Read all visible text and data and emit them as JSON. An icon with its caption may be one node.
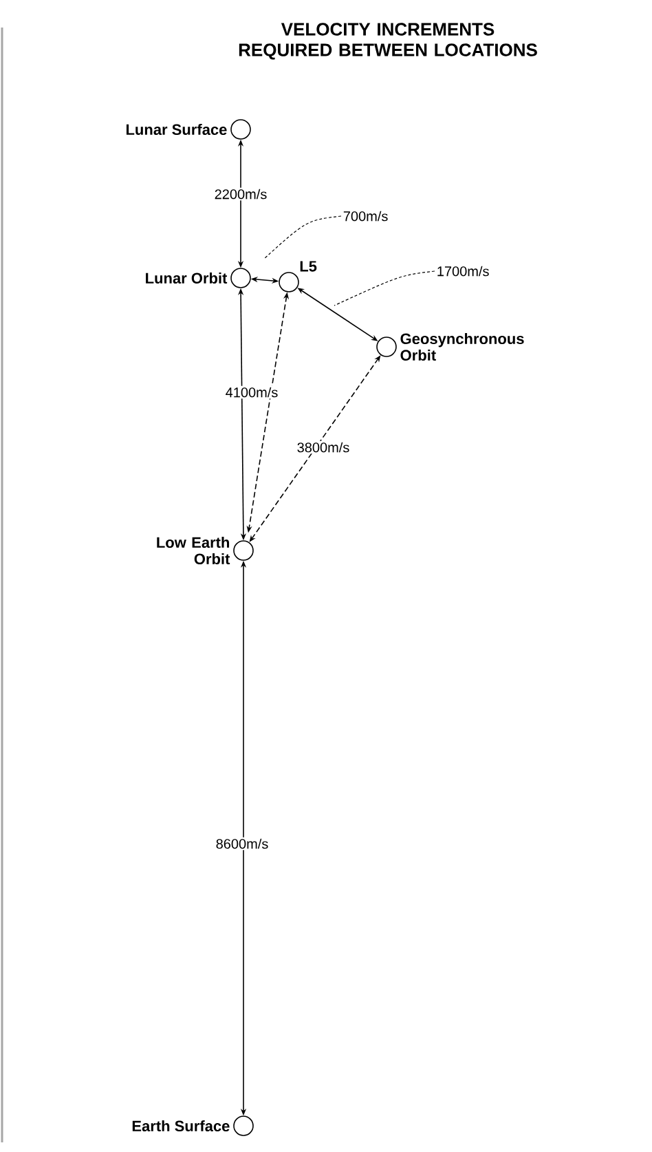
{
  "diagram": {
    "title": "VELOCITY INCREMENTS REQUIRED BETWEEN LOCATIONS",
    "nodes": [
      {
        "text": [
          "Lunar Surface"
        ]
      },
      {
        "text": [
          "Lunar Orbit"
        ]
      },
      {
        "text": [
          "L5"
        ]
      },
      {
        "text": [
          "Geosynchronous Orbit"
        ]
      },
      {
        "text": [
          "Low Earth Orbit"
        ]
      },
      {
        "text": [
          "Earth Surface"
        ]
      },
      {
        "text": [
          "700m/s"
        ]
      },
      {
        "text": [
          "1700m/s"
        ]
      }
    ],
    "edges": [
      {
        "from": 0,
        "to": 1,
        "arrow": "both",
        "label": "2200m/s"
      },
      {
        "from": 1,
        "to": 2,
        "arrow": "both"
      },
      {
        "from": 1,
        "to": 4,
        "arrow": "both",
        "label": "4100m/s"
      },
      {
        "from": 2,
        "to": 4,
        "arrow": "both",
        "style": "dashed"
      },
      {
        "from": 2,
        "to": 3,
        "arrow": "both"
      },
      {
        "from": 3,
        "to": 4,
        "arrow": "both",
        "style": "dashed",
        "label": "3800m/s"
      },
      {
        "from": 4,
        "to": 5,
        "arrow": "both",
        "label": "8600m/s"
      },
      {
        "from": 6,
        "to": null,
        "arrow": "none",
        "style": "dashed"
      },
      {
        "from": 7,
        "to": null,
        "arrow": "none",
        "style": "dashed"
      }
    ]
  }
}
